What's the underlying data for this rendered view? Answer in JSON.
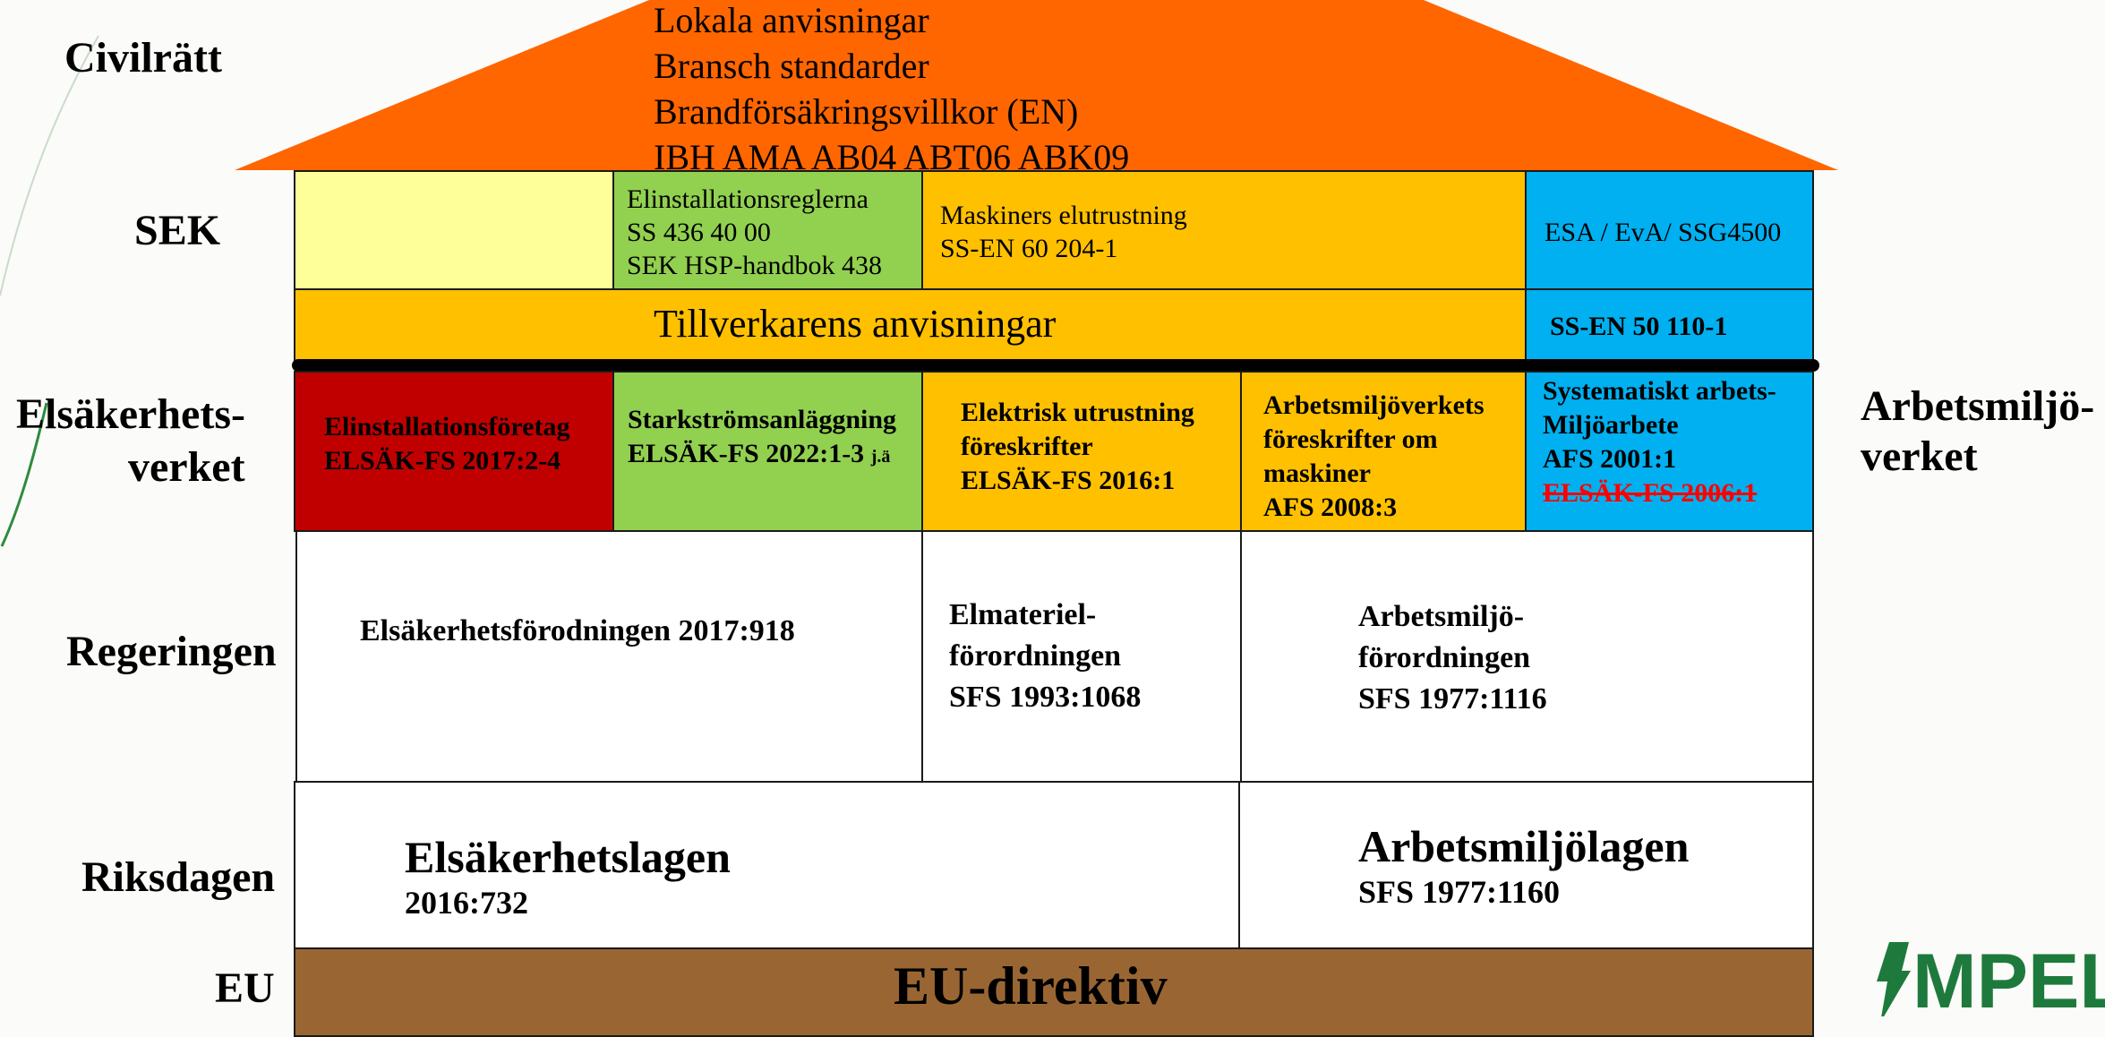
{
  "levels": {
    "civilratt": "Civilrätt",
    "sek": "SEK",
    "elsak_1": "Elsäkerhets-",
    "elsak_2": "verket",
    "regeringen": "Regeringen",
    "riksdagen": "Riksdagen",
    "eu": "EU",
    "arbetsmiljo_1": "Arbetsmiljö-",
    "arbetsmiljo_2": "verket"
  },
  "roof": {
    "lines": [
      "Lokala anvisningar",
      "Bransch standarder",
      "Brandförsäkringsvillkor (EN)",
      "IBH  AMA  AB04  ABT06  ABK09"
    ]
  },
  "sek_row": {
    "elinst": [
      "Elinstallationsreglerna",
      "SS 436 40 00",
      "SEK HSP-handbok 438"
    ],
    "maskiner": [
      "Maskiners elutrustning",
      "SS-EN 60 204-1"
    ],
    "esa": "ESA / EvA/ SSG4500"
  },
  "tillverkare": {
    "label": "Tillverkarens anvisningar",
    "ssen": "SS-EN 50 110-1"
  },
  "elsak_row": {
    "foretag": [
      "Elinstallationsföretag",
      "ELSÄK-FS 2017:2-4"
    ],
    "stark": [
      "Starkströmsanläggning",
      "ELSÄK-FS 2022:1-3",
      "j.ä"
    ],
    "elutr": [
      "Elektrisk utrustning",
      "föreskrifter",
      "ELSÄK-FS 2016:1"
    ],
    "arbmask": [
      "Arbetsmiljöverkets",
      "föreskrifter om",
      "maskiner",
      "AFS 2008:3"
    ],
    "syst": [
      "Systematiskt arbets-",
      "Miljöarbete",
      "AFS 2001:1",
      "ELSÄK-FS 2006:1"
    ]
  },
  "regeringen_row": {
    "elsakforordning": "Elsäkerhetsförodningen 2017:918",
    "elmateriel": [
      "Elmateriel-",
      "förordningen",
      "SFS 1993:1068"
    ],
    "arbforordning": [
      "Arbetsmiljö-",
      "förordningen",
      "SFS 1977:1116"
    ]
  },
  "riksdagen_row": {
    "elsaklag": [
      "Elsäkerhetslagen",
      "2016:732"
    ],
    "arblag": [
      "Arbetsmiljölagen",
      "SFS 1977:1160"
    ]
  },
  "eu_row": {
    "label": "EU-direktiv"
  },
  "logo": {
    "text": "MPEL"
  },
  "colors": {
    "roof": "#ff6600",
    "light_yellow": "#ffff99",
    "green": "#92d050",
    "amber": "#ffc000",
    "blue": "#00b0f0",
    "red": "#c00000",
    "brown": "#996633",
    "logo_green": "#1e7a3c",
    "strike_red": "#ff0000"
  }
}
